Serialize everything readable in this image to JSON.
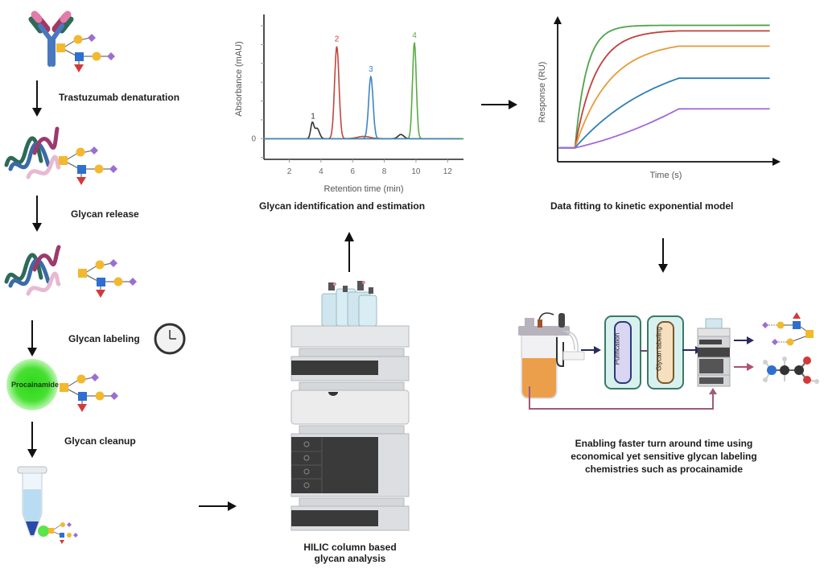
{
  "workflow": {
    "steps": [
      {
        "label": "Trastuzumab denaturation"
      },
      {
        "label": "Glycan release"
      },
      {
        "label": "Glycan labeling"
      },
      {
        "label": "Glycan cleanup"
      }
    ],
    "procainamide_label": "Procainamide",
    "hplc_caption_line1": "HILIC column based",
    "hplc_caption_line2": "glycan analysis",
    "chromatogram_caption": "Glycan identification and estimation",
    "kinetic_caption": "Data fitting to kinetic exponential model",
    "summary_line1": "Enabling faster turn around time using",
    "summary_line2": "economical yet sensitive glycan labeling",
    "summary_line3": "chemistries such as procainamide",
    "pipeline": {
      "purification_label": "Purification",
      "glycan_labeling_label": "Glycan labeling"
    },
    "colors": {
      "galactose": "#f2b92f",
      "glcnac": "#2e6fd0",
      "sialic": "#9b6fd1",
      "fucose": "#d23a3a",
      "antibody_blue": "#4a78c0",
      "procainamide_glow": "#39d92a"
    }
  },
  "chart_data": [
    {
      "type": "line",
      "title": "",
      "xlabel": "Retention time (min)",
      "ylabel": "Absorbance (mAU)",
      "xlim": [
        0.4,
        13
      ],
      "xticks": [
        2,
        4,
        6,
        8,
        10,
        12
      ],
      "ylim": [
        -1.1,
        6.6
      ],
      "yticks_labeled": [
        {
          "value": 0,
          "label": "0"
        }
      ],
      "grid": false,
      "series": [
        {
          "name": "1",
          "color": "#333333",
          "peaks": [
            {
              "x": 3.45,
              "height": 0.8,
              "width": 0.1
            },
            {
              "x": 3.75,
              "height": 0.55,
              "width": 0.15
            },
            {
              "x": 9.05,
              "height": 0.22,
              "width": 0.18
            }
          ],
          "label_at": 3.5
        },
        {
          "name": "2",
          "color": "#c0473f",
          "peaks": [
            {
              "x": 5.0,
              "height": 4.9,
              "width": 0.14
            },
            {
              "x": 6.7,
              "height": 0.12,
              "width": 0.4
            }
          ],
          "label_at": 5.0
        },
        {
          "name": "3",
          "color": "#3d85c6",
          "peaks": [
            {
              "x": 7.15,
              "height": 3.3,
              "width": 0.14
            }
          ],
          "label_at": 7.15
        },
        {
          "name": "4",
          "color": "#5aab45",
          "peaks": [
            {
              "x": 9.9,
              "height": 5.1,
              "width": 0.12
            }
          ],
          "label_at": 9.9
        }
      ],
      "peak_labels": [
        "1",
        "2",
        "3",
        "4"
      ]
    },
    {
      "type": "line",
      "title": "",
      "xlabel": "Time (s)",
      "ylabel": "Response (RU)",
      "xlim": [
        0,
        1
      ],
      "ylim": [
        0,
        1
      ],
      "grid": false,
      "series": [
        {
          "name": "green",
          "color": "#4ea44a",
          "plateau": 0.98,
          "rate": 9
        },
        {
          "name": "red",
          "color": "#c0403a",
          "plateau": 0.94,
          "rate": 5
        },
        {
          "name": "orange",
          "color": "#e89a3a",
          "plateau": 0.83,
          "rate": 3
        },
        {
          "name": "blue",
          "color": "#2f7fb6",
          "plateau": 0.6,
          "rate": 1.2
        },
        {
          "name": "purple",
          "color": "#a46ad6",
          "plateau": 0.38,
          "rate": 0.2
        }
      ],
      "association_start": 0.08,
      "association_end": 0.56,
      "baseline": 0.1
    }
  ]
}
